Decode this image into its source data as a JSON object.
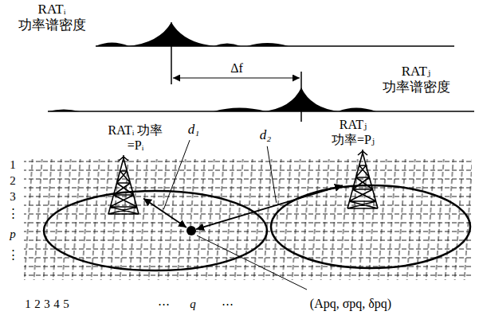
{
  "diagram": {
    "nodes": [
      {
        "text": [
          "RATᵢ 功率=Pᵢ"
        ]
      },
      {
        "text": [
          "RATⱼ 功率=Pⱼ"
        ]
      },
      {
        "text": [
          "(Apq, σpq, δpq)"
        ]
      }
    ],
    "edges": [
      {
        "from": 0,
        "to": 2,
        "arrow": "both",
        "label": "d₁"
      },
      {
        "from": 1,
        "to": 2,
        "arrow": "both",
        "label": "d₂"
      }
    ],
    "labels": [
      "RATᵢ 功率谱密度",
      "Δf",
      "RATⱼ 功率谱密度",
      "1",
      "2",
      "3",
      "⋮",
      "p",
      "⋮",
      "1",
      "2",
      "3",
      "4",
      "5",
      "⋯",
      "q",
      "⋯"
    ]
  }
}
